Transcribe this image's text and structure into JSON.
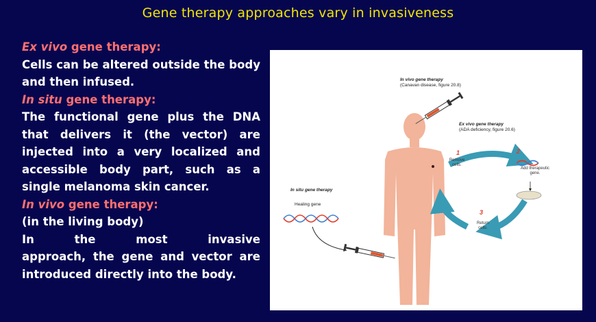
{
  "title": "Gene therapy approaches vary in invasiveness",
  "sections": {
    "ex_vivo": {
      "heading_italic": "Ex vivo",
      "heading_rest": " gene therapy:",
      "text": "Cells can be altered outside the body and then infused."
    },
    "in_situ": {
      "heading_italic": "In situ",
      "heading_rest": " gene therapy:",
      "text": "The functional gene plus the DNA that delivers it (the vector) are injected into a very localized and accessible body part, such as a single melanoma skin cancer."
    },
    "in_vivo": {
      "heading_italic": "In vivo",
      "heading_rest": " gene therapy:",
      "subtitle": "(in the living body)",
      "text_line1": "In the most invasive",
      "text_rest": "approach, the gene and vector are introduced directly into the body."
    }
  },
  "figure": {
    "in_vivo_label": "In vivo gene therapy",
    "in_vivo_sub": "(Canavan disease, figure 20.8)",
    "ex_vivo_label": "Ex vivo gene therapy",
    "ex_vivo_sub": "(ADA deficiency, figure 20.6)",
    "in_situ_label": "In situ gene therapy",
    "healing_gene": "Healing gene",
    "step1_num": "1",
    "step1_label": "Remove cells.",
    "step2_num": "2",
    "step2_label": "Add therapeutic gene.",
    "step3_num": "3",
    "step3_label": "Return cells.",
    "colors": {
      "body": "#f2b49a",
      "arrow": "#3a9bb5",
      "dna_red": "#e23a2a",
      "dna_blue": "#3b7fd0"
    }
  }
}
